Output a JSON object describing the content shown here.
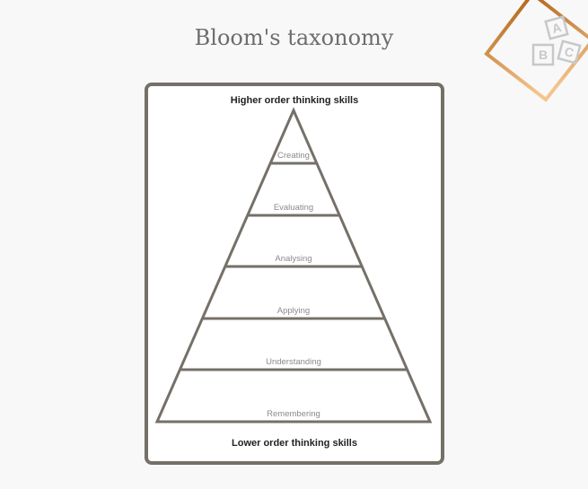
{
  "title": "Bloom's taxonomy",
  "diagram": {
    "top_label": "Higher order thinking skills",
    "bottom_label": "Lower order thinking skills",
    "levels_top_to_bottom": [
      "Creating",
      "Evaluating",
      "Analysing",
      "Applying",
      "Understanding",
      "Remembering"
    ]
  },
  "logo": {
    "letters": [
      "A",
      "B",
      "C"
    ],
    "icon": "abc-blocks-icon",
    "colors": [
      "#b0620f",
      "#f2c08a"
    ]
  },
  "colors": {
    "frame": "#757068",
    "level_text": "#8a8a8a"
  }
}
